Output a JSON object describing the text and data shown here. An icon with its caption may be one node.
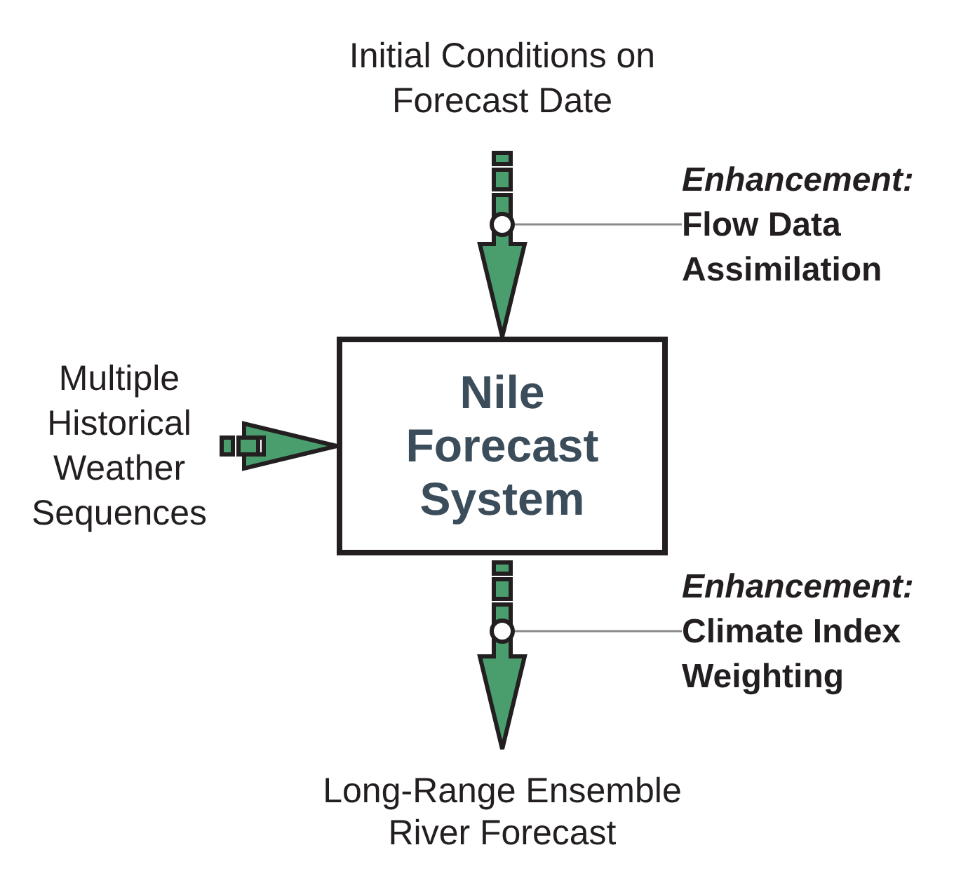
{
  "diagram": {
    "nodes": [
      {
        "text": [
          "Initial Conditions on Forecast Date"
        ]
      },
      {
        "text": [
          "Enhancement:",
          "Flow Data Assimilation"
        ]
      },
      {
        "text": [],
        "shape": "circle"
      },
      {
        "text": [
          "Multiple Historical Weather Sequences"
        ]
      },
      {
        "text": [
          "Nile Forecast System"
        ]
      },
      {
        "text": [
          "Enhancement:",
          "Climate Index Weighting"
        ]
      },
      {
        "text": [],
        "shape": "circle"
      },
      {
        "text": [
          "Long-Range Ensemble River Forecast"
        ]
      }
    ],
    "edges": [
      {
        "from": 0,
        "to": 4,
        "arrow": "to"
      },
      {
        "from": 1,
        "to": 2,
        "arrow": "none"
      },
      {
        "from": 3,
        "to": 4,
        "arrow": "to"
      },
      {
        "from": 4,
        "to": 7,
        "arrow": "to"
      },
      {
        "from": 5,
        "to": 6,
        "arrow": "none"
      }
    ]
  }
}
